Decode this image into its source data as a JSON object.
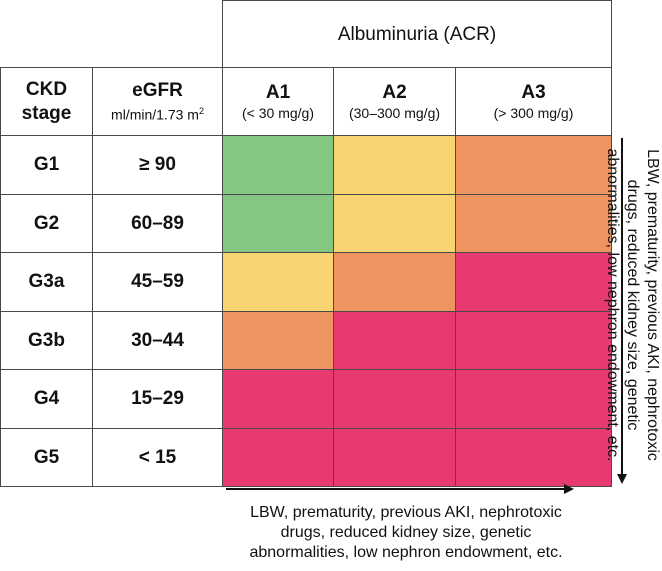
{
  "header": {
    "albuminuria": "Albuminuria (ACR)",
    "ckd_stage_line1": "CKD",
    "ckd_stage_line2": "stage",
    "egfr": "eGFR",
    "egfr_units": "ml/min/1.73 m",
    "egfr_units_sup": "2"
  },
  "categories": [
    {
      "label": "A1",
      "range": "(< 30 mg/g)"
    },
    {
      "label": "A2",
      "range": "(30–300 mg/g)"
    },
    {
      "label": "A3",
      "range": "(> 300 mg/g)"
    }
  ],
  "rows": [
    {
      "stage": "G1",
      "egfr": "≥ 90",
      "risk": [
        "low",
        "moderate",
        "high"
      ]
    },
    {
      "stage": "G2",
      "egfr": "60–89",
      "risk": [
        "low",
        "moderate",
        "high"
      ]
    },
    {
      "stage": "G3a",
      "egfr": "45–59",
      "risk": [
        "moderate",
        "high",
        "very_high"
      ]
    },
    {
      "stage": "G3b",
      "egfr": "30–44",
      "risk": [
        "high",
        "very_high",
        "very_high"
      ]
    },
    {
      "stage": "G4",
      "egfr": "15–29",
      "risk": [
        "very_high",
        "very_high",
        "very_high"
      ]
    },
    {
      "stage": "G5",
      "egfr": "< 15",
      "risk": [
        "very_high",
        "very_high",
        "very_high"
      ]
    }
  ],
  "risk_colors": {
    "low": "#85c683",
    "moderate": "#f7d372",
    "high": "#ee9461",
    "very_high": "#e73a6f"
  },
  "captions": {
    "bottom": "LBW, prematurity, previous AKI, nephrotoxic drugs, reduced kidney size, genetic abnormalities, low nephron endowment, etc.",
    "right": "LBW, prematurity, previous AKI, nephrotoxic drugs, reduced kidney size, genetic abnormalities, low nephron endowment, etc."
  }
}
